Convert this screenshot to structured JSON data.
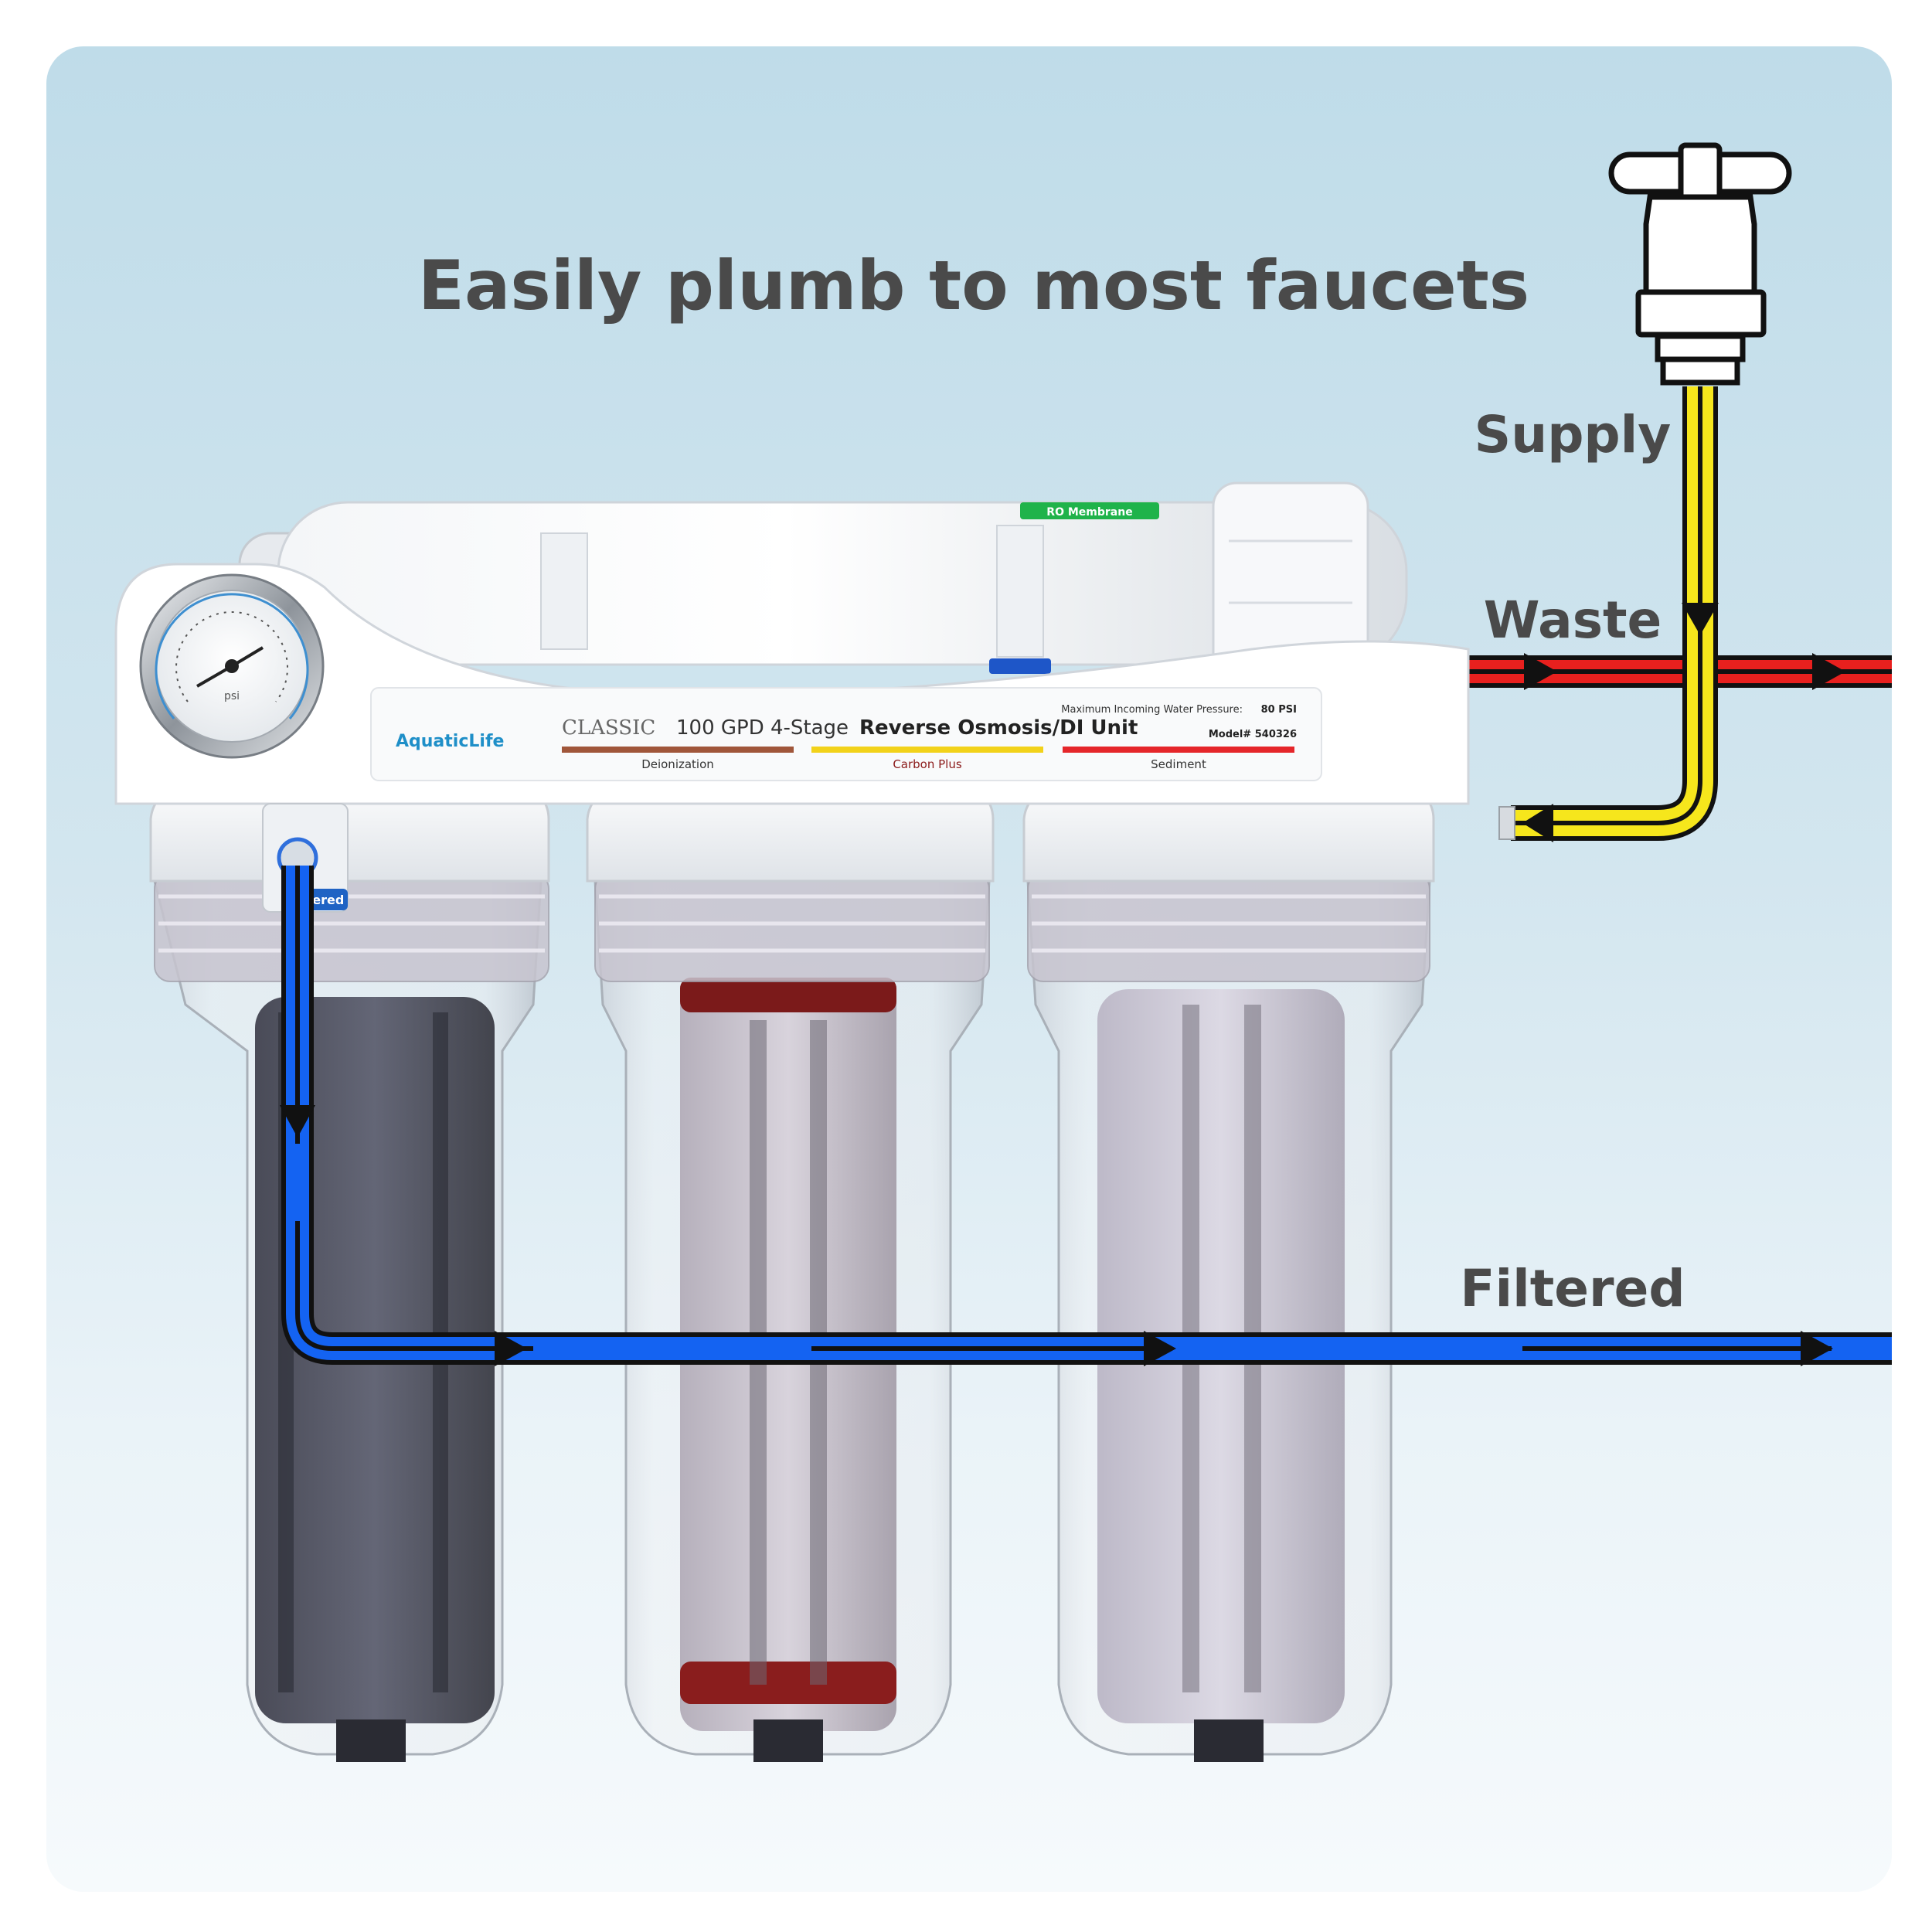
{
  "headline": "Easily plumb to most faucets",
  "flow_labels": {
    "supply": "Supply",
    "waste": "Waste",
    "filtered": "Filtered"
  },
  "colors": {
    "supply": "#f6e61c",
    "waste": "#e8201e",
    "filtered": "#1463f2",
    "headline": "#4a4a4a"
  },
  "unit_label": {
    "brand": "AquaticLife",
    "series": "CLASSIC",
    "description_prefix": "100 GPD 4-Stage",
    "description_bold": "Reverse Osmosis/DI Unit",
    "max_pressure_prefix": "Maximum Incoming Water Pressure:",
    "max_pressure_value": "80 PSI",
    "model": "Model# 540326",
    "stages": [
      {
        "label": "Deionization",
        "color": "#a0563a"
      },
      {
        "label": "Carbon Plus",
        "color": "#f2d21a"
      },
      {
        "label": "Sediment",
        "color": "#e5262a"
      }
    ]
  },
  "membrane_tag": "RO Membrane",
  "outlet_tag": "Filtered",
  "gauge": {
    "unit": "psi"
  }
}
